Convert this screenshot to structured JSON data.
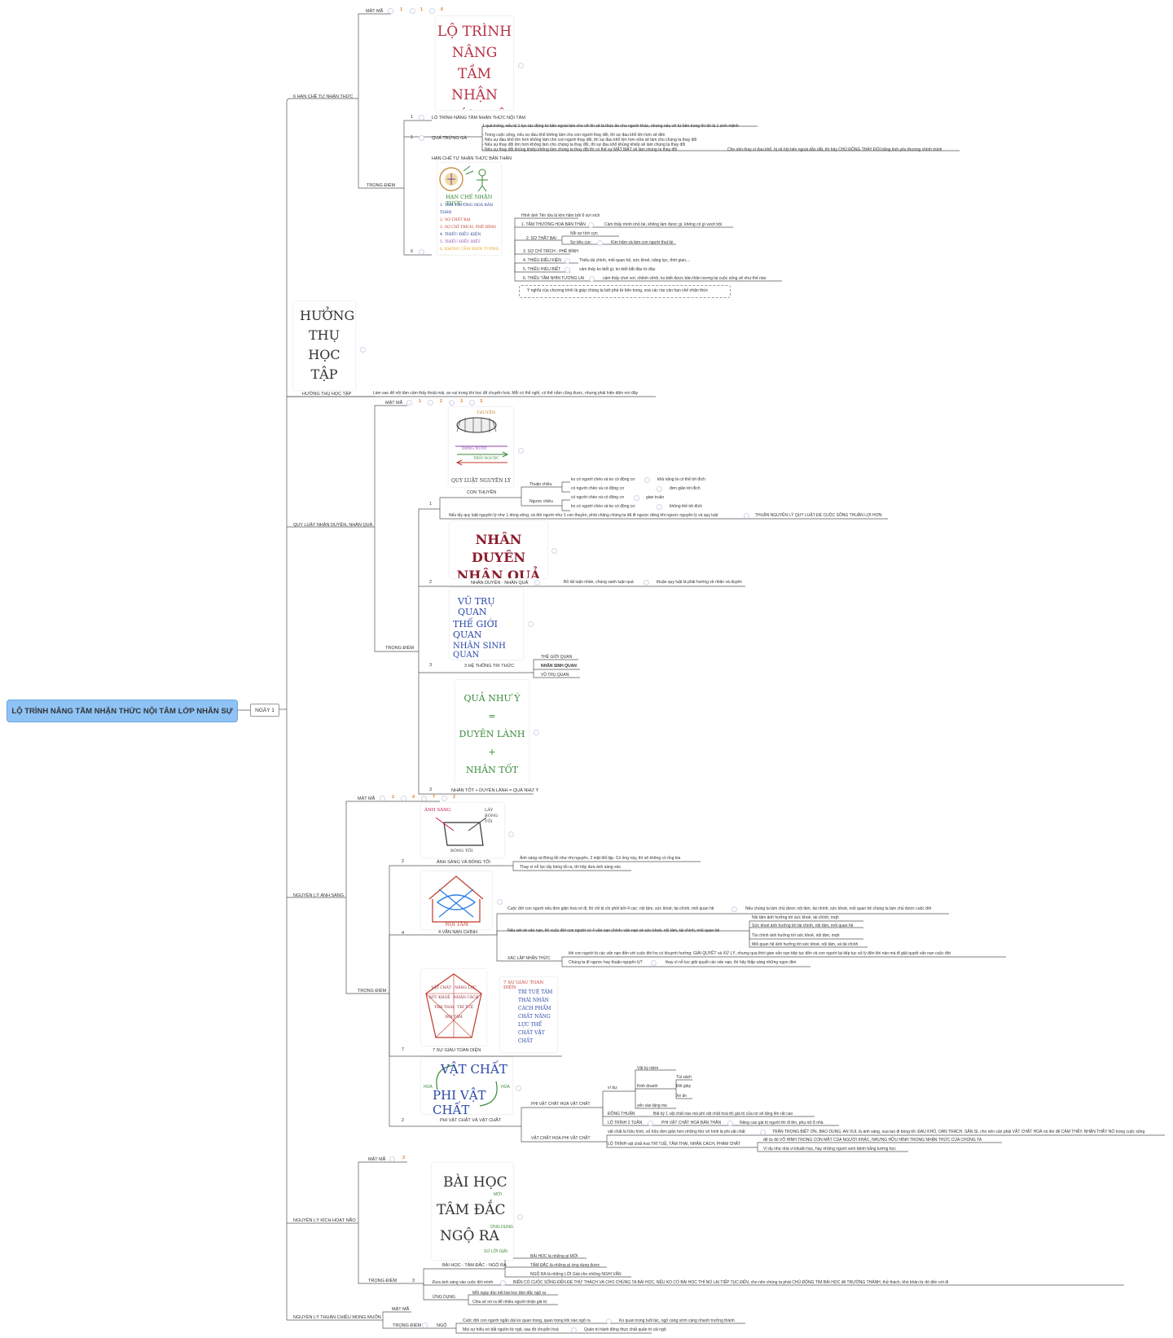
{
  "root": "LỘ TRÌNH NÂNG TẦM NHẬN THỨC NỘI TÂM LỚP NHÂN SỰ",
  "day": "NGÀY 1",
  "b1": {
    "title": "6 HẠN CHẾ TỰ NHẬN THỨC",
    "matma": "MẬT MÃ",
    "matma_nums": [
      "1",
      "1",
      "6"
    ],
    "img_text": "LỘ TRÌNH NÂNG TẦM NHẬN THỨC NỘI TÂM",
    "trongdiem": "TRỌNG ĐIỂM",
    "n1": "1",
    "lotrinh": "LỘ TRÌNH NÂNG TẦM NHẬN THỨC NỘI TÂM",
    "n2": "1",
    "quatrungga": "QUẢ TRỨNG GÀ",
    "qt1": "1 quả trứng, nếu bị 1 lực tác động từ bên ngoài làm cho vỡ thì sẽ là thức ăn cho người khác, nhưng nếu vỡ từ bên trong thì đó là 1 sinh mệnh",
    "qt2a": "- Trong cuộc sống, nếu sự đau khổ không làm cho con người thay đổi, thì sự đau khổ lớn hơn sẽ đến",
    "qt2b": "- Nếu sự đau khổ lớn hơn không làm cho con người thay đổi, thì sự đau khổ lớn hơn nữa sẽ làm cho chúng ta thay đổi",
    "qt2c": "- Nếu sự thay đổi lớn hơn không làm cho chúng ta thay đổi, thì sự đau khổ khủng khiếp sẽ làm chúng ta thay đổi",
    "qt2d": "- Nếu sự thay đổi khủng khiếp không làm chúng ta thay đổi thì có thể sự MẤT MÁT sẽ làm chúng ta thay đổi",
    "qt3": "Cho nên thay vì đau khổ, bị xã hội bên ngoài dẫn dắt, thì hãy CHỦ ĐỘNG THAY ĐỔI bằng tình yêu thương chính mình",
    "n3": "6",
    "hanche": "HẠN CHẾ TỰ NHẬN THỨC BẢN THÂN",
    "img2_title": "HẠN CHẾ NHẬN THỨC",
    "img2_items": [
      "1. TÂM THƯỜNG HOÁ BẢN THÂN",
      "2. SỢ THẤT BẠI",
      "3. SỢ CHỈ TRÍCH, PHÊ BÌNH",
      "4. THIẾU ĐIỀU KIỆN",
      "5. THIẾU HIỂU BIẾT",
      "6. KHÔNG TẦM NHÌN TƯƠNG LAI"
    ],
    "h0": "Hình ảnh Tên lửa bị kìm hãm bởi 6 sợi xích",
    "h1": "1. TÂM THƯỜNG HOÁ BẢN THÂN",
    "h1a": "Cảm thấy mình nhỏ bé, không làm được gì, không có gì vượt trội",
    "h2": "2. SỢ THẤT BẠI",
    "h2a": "Nỗi sợ tích cực",
    "h2b": "Sợ tiêu cực",
    "h2c": "Kìm hãm và làm con người thụt lùi",
    "h3": "3. SỢ CHỈ TRÍCH - PHÊ BÌNH",
    "h4": "4. THIẾU ĐIỀU KIỆN",
    "h4a": "Thiếu tài chính, mối quan hệ, sức khoẻ, năng lực, thời gian,...",
    "h5": "5. THIẾU HIỂU BIẾT",
    "h5a": "cảm thấy ko biết gì, ko biết bắt đầu từ đâu",
    "h6": "6. THIẾU TẦM NHÌN TƯƠNG LAI",
    "h6a": "cảm thấy chơi vơi, chênh vênh, ko biết được bản thân tương lai cuộc sống sẽ như thế nào",
    "h7": "Ý nghĩa của chương trình là giúp chúng ta bứt phá từ bên trong, xoá các rào cản hạn chế nhận thức"
  },
  "b2": {
    "img_text": "HƯỞNG THỤ HỌC TẬP",
    "title": "HƯỞNG THỤ HỌC TẬP",
    "desc": "Làm sao để nội tâm cảm thấy thoải mái, an vui trong khi học để chuyển hoá. Mỗi có thể nghỉ, có thể nằm cũng được, nhưng phải hiện diện nơi đây"
  },
  "b3": {
    "title": "QUY LUẬT NHÂN DUYÊN, NHÂN QUẢ",
    "matma": "MẬT MÃ",
    "matma_nums": [
      "1",
      "2",
      "3",
      "3"
    ],
    "trongdiem": "TRỌNG ĐIỂM",
    "img1_top": "THUYỀN",
    "img1_mid": "DÒNG NƯỚC",
    "img1_low": "TRÔI NGƯỢC",
    "img1_bot": "QUY LUẬT NGUYÊN LÝ",
    "n1": "1",
    "conthuyen": "CON THUYỀN",
    "thuanchieu": "Thuận chiều",
    "tc1": "ko có người chèo và ko có động cơ",
    "tc1a": "khả năng là có thể tới đích",
    "tc2": "có người chèo và có động cơ",
    "tc2a": "đơn giản tới đích",
    "nguocchieu": "Ngược chiều",
    "nc1": "có người chèo và có động cơ",
    "nc1a": "gian truân",
    "nc2": "ko có người chèo và ko có động cơ",
    "nc2a": "không thể tới đích",
    "ct_desc": "Nếu lấy quy luật nguyên lý như 1 dòng sông, và đời người như 1 con thuyền, phải chăng chúng ta đã đi ngược dòng khi ngược nguyên lý và quy luật",
    "ct_desc2": "THUẬN NGUYÊN LÝ QUY LUẬT ĐỂ CUỘC SỐNG THUẬN LỢI HƠN",
    "img2_text": "NHÂN DUYÊN NHÂN QUẢ",
    "n2": "2",
    "ndnq": "NHÂN DUYÊN - NHÂN QUẢ",
    "ndnq_a": "Bỏ tất luận nhân, chúng sanh luận quả",
    "ndnq_b": "thuận quy luật là phải hướng về nhân và duyên",
    "img3_l1": "VŨ TRỤ QUAN",
    "img3_l2": "THẾ GIỚI QUAN",
    "img3_l3": "NHÂN SINH QUAN",
    "n3": "3",
    "hethong": "3 HỆ THỐNG TRI THỨC",
    "htq1": "THẾ GIỚI QUAN",
    "htq2": "NHÂN SINH QUAN",
    "htq3": "VŨ TRỤ QUAN",
    "img4_l1": "QUẢ NHƯ Ý",
    "img4_l2": "=",
    "img4_l3": "DUYÊN LÀNH",
    "img4_l4": "+",
    "img4_l5": "NHÂN TỐT",
    "n4": "3",
    "nhantot": "NHÂN TỐT + DUYÊN LÀNH = QUẢ NHƯ Ý"
  },
  "b4": {
    "title": "NGUYÊN LÝ ÁNH SÁNG",
    "matma": "MẬT MÃ",
    "matma_nums": [
      "2",
      "4",
      "7",
      "2"
    ],
    "trongdiem": "TRỌNG ĐIỂM",
    "img1_l1": "ÁNH SÁNG",
    "img1_l2": "LẤY BÓNG TỐI",
    "img1_l3": "BÓNG TỐI",
    "n1": "2",
    "asbt": "ÁNH SÁNG VÀ BÓNG TỐI",
    "asbt1": "Ánh sáng và Bóng tối như nhị nguyên, 2 mặt đối lập. Có ống này, thì sẽ không có ống kia",
    "asbt2": "Thay vì nỗ lực lấy bóng tối ra, thì hãy đưa ánh sáng vào",
    "img2_l1": "NỘI TÂM",
    "n2": "4",
    "vannan": "4 VẤN NẠN CHÍNH",
    "vn1": "Cuộc đời con người nếu đơn giản hoá nó đi, thì chỉ bị chi phối bởi 4 các: nội tâm, sức khoẻ, tài chính, mối quan hệ",
    "vn1a": "Nếu chúng ta làm chủ được nội tâm, tài chính, sức khoẻ, mối quan hệ chúng ta làm chủ được cuộc đời",
    "vn2": "Nếu xét về vấn nạn, thì cuộc đời con người có 4 vấn nạn chính: vấn nạn về sức khoẻ, nội tâm, tài chính, mối quan hệ",
    "vn2a": "Nội tâm ảnh hưởng tới sức khoẻ, tài chính, mqh",
    "vn2b": "Sức khoẻ ảnh hưởng tới  tài chính, nội tâm, mối quan hệ",
    "vn2c": "Tài chính ảnh hưởng tới sức khoẻ, nội tâm, mqh",
    "vn2d": "Mối quan hệ ảnh hưởng tới sức khoẻ, nội tâm, và tài chính",
    "xaclap": "XÁC LẬP NHẬN THỨC",
    "xl1": "khi con người bị các vấn nạn đến với cuộc đời họ có khuynh hướng: GIẢI QUYẾT và XỬ LÝ, nhưng qua thời gian vấn nạn tiếp tục đến và con người lại tiếp tục xử lý đến khi nào mà đi giải quyết vấn nạn cuộc đời",
    "xl2": "Chúng ta đi ngược hay thuận nguyên lý?",
    "xl2a": "thay vì nỗ lực giải quyết các vấn nạn, thì hãy thắp sáng những ngọn đèn",
    "img3_title": "7 SỰ GIÀU TOÀN DIỆN",
    "img3_right": "TRÍ TUỆ TÂM THÁI NHÂN CÁCH PHẨM CHẤT NĂNG LỰC THỂ CHẤT VẬT CHẤT",
    "img3_cells": [
      "VẬT CHẤT",
      "NĂNG LỰC",
      "SỨC KHOẺ",
      "NHÂN CÁCH",
      "TÂM THÁI",
      "TRÍ TUỆ",
      "NỘI TÂM"
    ],
    "n3": "7",
    "sugiau": "7 SỰ GIÀU TOÀN DIỆN",
    "img4_l1": "VẬT CHẤT",
    "img4_l2": "PHI VẬT CHẤT",
    "img4_a": "HOÁ",
    "img4_b": "HOÁ",
    "n4": "2",
    "pvc": "PHI VẬT CHẤT VÀ VẬT CHẤT",
    "pvchvc": "PHI VẬT CHẤT HOÁ VẬT CHẤT",
    "vidu": "ví dụ:",
    "vkn": "Vật kỷ niệm",
    "kinhdoanh": "Kinh doanh",
    "tuixach": "Túi xách",
    "doigiay": "Đôi giày",
    "xeban": "Xe ăn",
    "yensao": "yến sào tặng mẹ",
    "dongthuan": "ĐỒNG THUẬN",
    "dongthuan_a": "Bất kỳ 1 vật chất nào mà phi vật chất hoá thì giá trị của nó sẽ tăng lên rất cao",
    "lotrinh2": "LỘ TRÌNH 2 TUẦN",
    "lt2a": "PHI VẬT CHẤT HOÁ BẢN THÂN",
    "lt2b": "Nâng cao giá trị người thì đi lên, phụ nữ 8 nhà",
    "vchpvc": "VẬT CHẤT HOÁ PHI VẬT CHẤT",
    "vc1": "vật chất là hữu hình, số hữu đơn giản hơn những thứ vô hình là phi vật chất",
    "vc1a": "TRÂN TRỌNG BIẾT ƠN, BAO DUNG, AN VUI, là ánh sáng, xua tan đi bóng tối: ĐAU KHỔ, OÁN TRÁCH, SÂN SI, cho nên cần phải VẬT CHẤT HOÁ nó lên để CẢM THẤY, NHẬN THẤY NÓ trong cuộc sống",
    "vc2": "LỘ TRÌNH vật chất hoá TRÍ TUỆ, TÂM THÁI, NHÂN CÁCH, PHẨM CHẤT",
    "vc2a": "để từ đó VÔ HÌNH TRONG CON MẮT CỦA NGƯỜI KHÁC, NHƯNG HỮU HÌNH TRONG NHẬN THỨC CỦA CHÚNG TA",
    "vc2b": "Ví dụ như nhà vi khuẩn học, hay những người xem bệnh bằng tướng học"
  },
  "b5": {
    "title": "NGUYÊN LÝ KÍCH HOẠT NÃO",
    "matma": "MẬT MÃ",
    "matma_nums": [
      "3"
    ],
    "img_l1": "BÀI HỌC",
    "img_l2": "TÂM ĐẮC",
    "img_l3": "NGỘ RA",
    "img_s1": "MỚI",
    "img_s2": "ỨNG DỤNG",
    "img_s3": "SỬ LỜI GIẢI",
    "trongdiem": "TRỌNG ĐIỂM",
    "n1": "3",
    "bhtd": "BÀI HỌC - TÂM ĐẮC - NGỘ RA",
    "bh1": "BÀI HỌC là những gì MỚI",
    "bh2": "TÂM ĐẮC    là những gì ứng dụng được",
    "bh3": "NGỘ RA là những LỜI Giải cho những NGHI VẤN",
    "dua": "Đưa ánh sáng vào cuộc đời mình",
    "dua_a": "BIẾN CÓ CUỘC SỐNG ĐẾN ĐỂ THỬ THÁCH VÀ CHO CHÚNG TA BÀI HỌC, NẾU KO CÓ BÀI HỌC THÌ NÓ LẠI TIẾP TỤC ĐẾN, cho nên chúng ta phải CHỦ ĐỘNG TÌM BÀI HỌC để TRƯỞNG THÀNH, thử thách, khó khăn từ đó đến với đi",
    "ungdung": "ỨNG DỤNG",
    "ud1": "Mỗi ngày đúc kết bài học tâm đắc ngộ ra",
    "ud2": "Chia sẻ nó ra để nhiều người nhận giá trị"
  },
  "b6": {
    "title": "NGUYÊN LÝ THUẬN CHIỀU MONG MUỐN",
    "matma": "MẬT MÃ",
    "trongdiem": "TRỌNG ĐIỂM",
    "ngo": "NGỘ",
    "n1a": "Cuộc đời con người ngắn dài ko quan trọng, quan trọng khi nào ngộ ra",
    "n1b": "Ko quan trọng tuổi tác, ngộ càng sớm càng nhanh trưởng thành",
    "n2a": "Mọi sự hiểu nó bắt nguồn từ ngộ, sau đó chuyển hoá",
    "n2b": "Quản trị hành động thực chất quản trị cái ngộ"
  }
}
